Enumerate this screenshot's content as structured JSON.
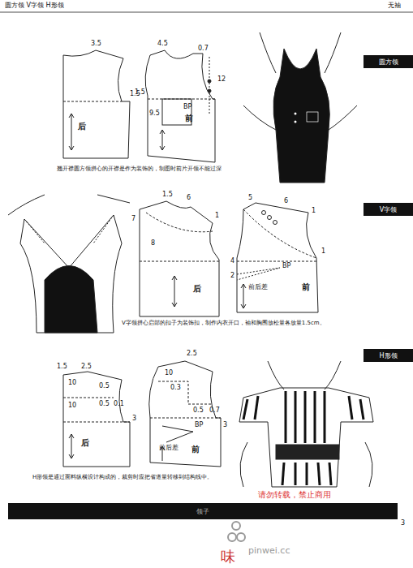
{
  "diagram": {
    "nodes": [
      {
        "text": [
          "圆方领"
        ]
      },
      {
        "text": [
          "V字领"
        ]
      },
      {
        "text": [
          "H形领"
        ]
      },
      {
        "text": [
          "领子"
        ]
      }
    ],
    "labels": [
      "圆方领 V字领 H形领",
      "无袖",
      "3.5",
      "1.5",
      "后",
      "4.5",
      "0.7",
      "1.5",
      "9.5",
      "BP",
      "前",
      "12",
      "翘开襟圆方领拼心的开襟是作为装饰的，制图时前片开领不能过深",
      "1.5",
      "6",
      "7",
      "8",
      "1",
      "后",
      "5",
      "6",
      "1",
      "4",
      "2",
      "BP",
      "前",
      "前后差",
      "1",
      "V字领拼心启部的扣子为装饰扣，制作内衣开口，袖和胸围放松量各放量1.5cm。",
      "1.5",
      "2.5",
      "10",
      "0.5",
      "10",
      "0.5",
      "0.1",
      "3",
      "后",
      "2.5",
      "10",
      "0.3",
      "0.5",
      "0.7",
      "3",
      "BP",
      "前后差",
      "前",
      "H形领是通过面料纵横设计构成的，裁剪时应把省道量转移到结构线中。",
      "请勿转载，禁止商用",
      "3",
      "味",
      "pinwei.cc"
    ]
  }
}
